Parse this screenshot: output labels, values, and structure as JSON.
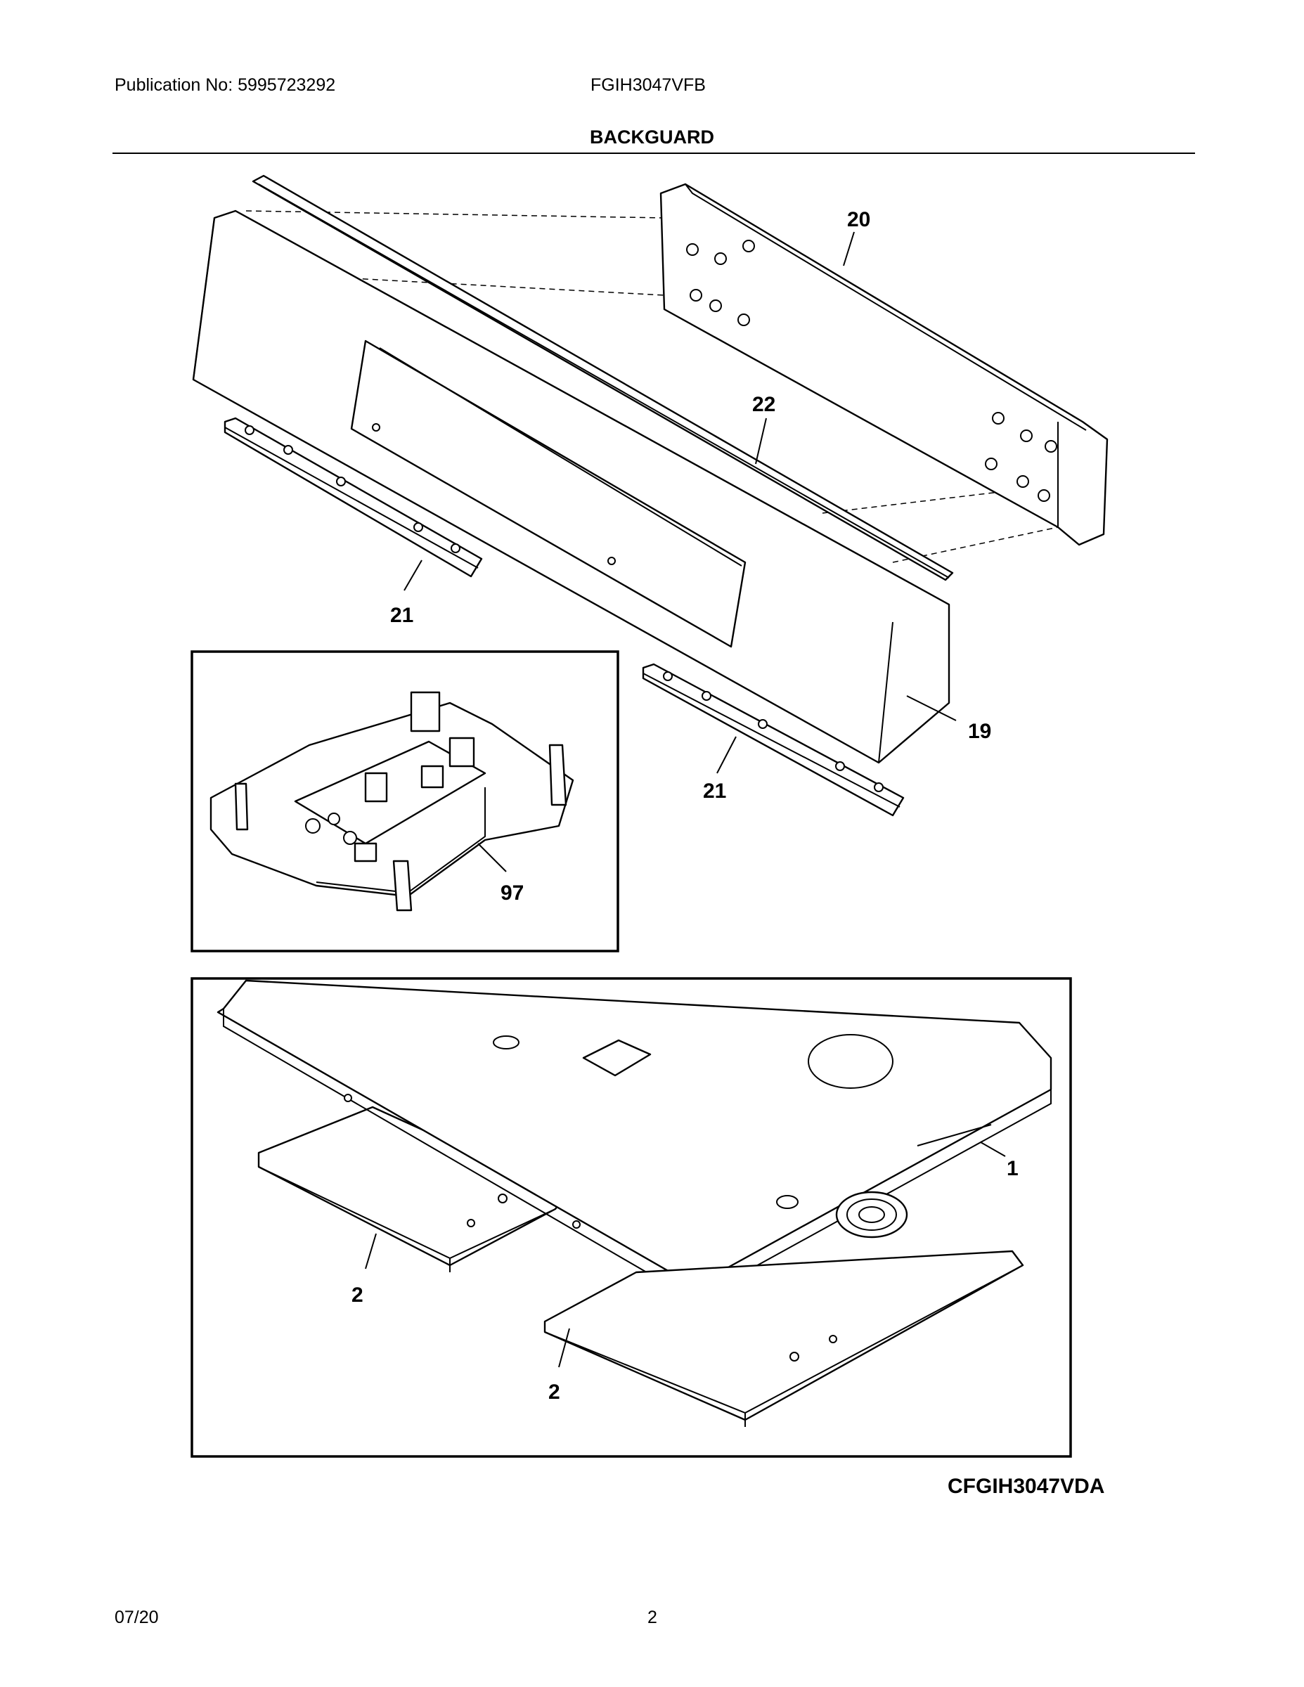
{
  "header": {
    "publication": "Publication No: 5995723292",
    "model": "FGIH3047VFB",
    "title": "BACKGUARD"
  },
  "callouts": {
    "c20": "20",
    "c22": "22",
    "c21a": "21",
    "c21b": "21",
    "c19": "19",
    "c97": "97",
    "c1": "1",
    "c2a": "2",
    "c2b": "2"
  },
  "footer": {
    "diagram_code": "CFGIH3047VDA",
    "date": "07/20",
    "page_number": "2"
  }
}
